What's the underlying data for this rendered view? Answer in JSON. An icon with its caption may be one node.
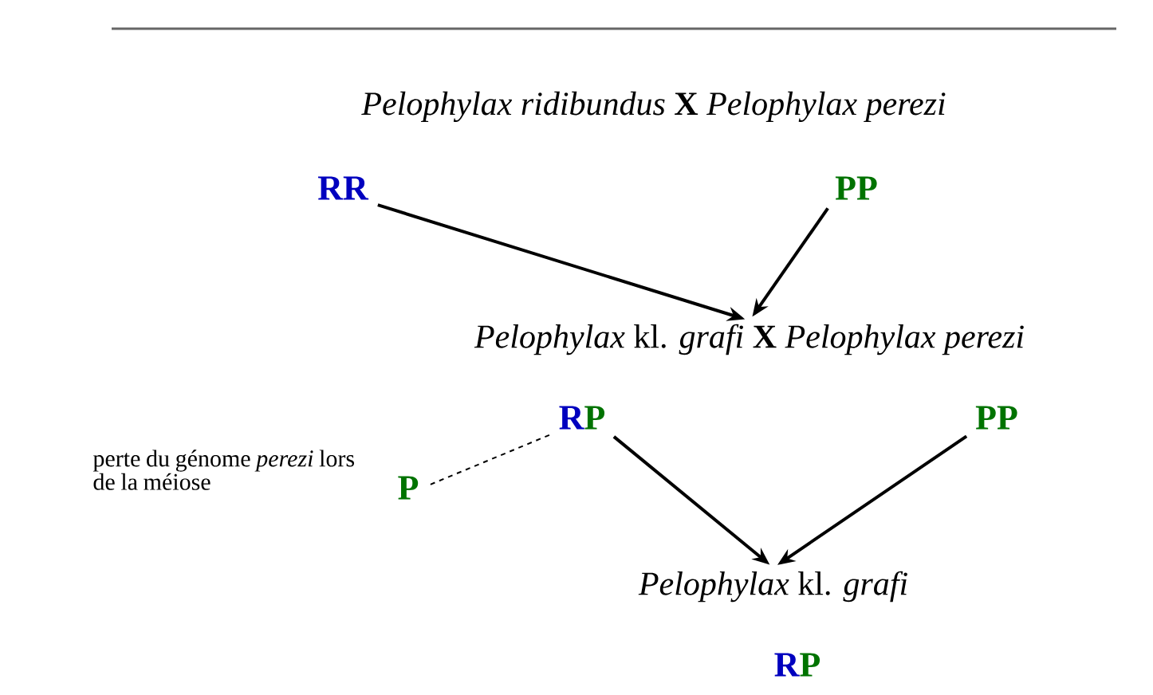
{
  "diagram": {
    "nodes": [
      {
        "text": [
          "RR"
        ]
      },
      {
        "text": [
          "PP"
        ]
      },
      {
        "text": [
          "*Pelophylax* kl. *grafi* **X** *Pelophylax perezi*"
        ]
      },
      {
        "text": [
          "R",
          "P"
        ]
      },
      {
        "text": [
          "PP"
        ]
      },
      {
        "text": [
          "P"
        ],
        "beside": [
          "perte du génome *perezi* lors de la méiose"
        ]
      },
      {
        "text": [
          "*Pelophylax* kl. *grafi*"
        ]
      },
      {
        "text": [
          "R",
          "P"
        ]
      }
    ],
    "edges": [
      {
        "from": 0,
        "to": 2,
        "arrow": "to"
      },
      {
        "from": 1,
        "to": 2,
        "arrow": "to"
      },
      {
        "from": 3,
        "to": 5,
        "arrow": "none",
        "style": "dashed"
      },
      {
        "from": 3,
        "to": 6,
        "arrow": "to"
      },
      {
        "from": 4,
        "to": 6,
        "arrow": "to"
      }
    ],
    "labels": [
      "*Pelophylax ridibundus* **X** *Pelophylax perezi*"
    ]
  }
}
